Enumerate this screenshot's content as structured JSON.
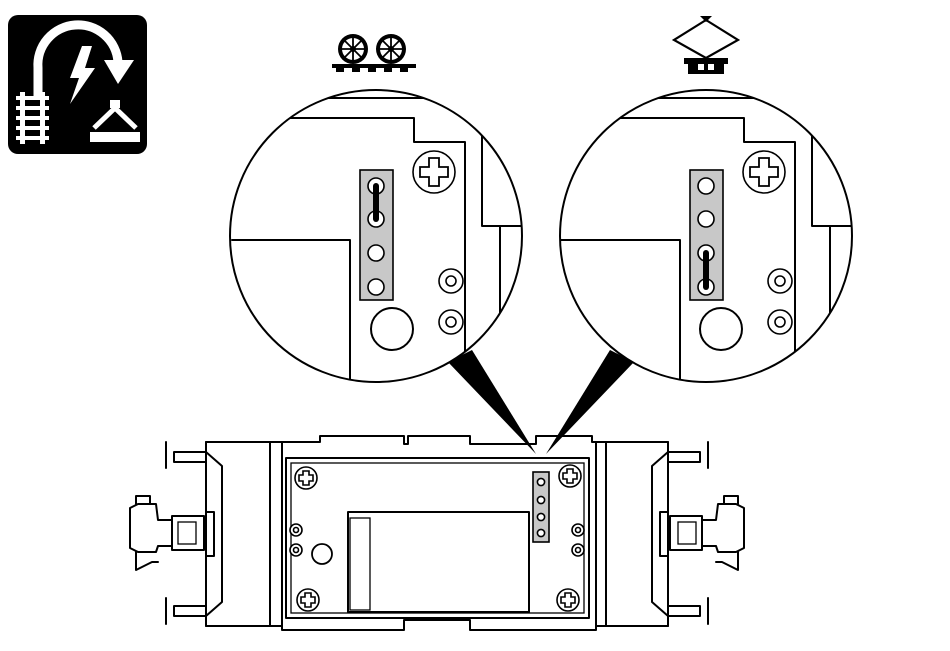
{
  "figure": {
    "power_source_icon": "track-catenary-switch-icon",
    "option_track": {
      "icon": "wheels-on-rail-icon",
      "jumper_position": "upper",
      "jumper_contacts": [
        1,
        2
      ]
    },
    "option_catenary": {
      "icon": "pantograph-icon",
      "jumper_position": "lower",
      "jumper_contacts": [
        3,
        4
      ]
    },
    "contact_count": 4,
    "colors": {
      "ink": "#000000",
      "contact_strip": "#c8c8c8",
      "background": "#ffffff"
    }
  }
}
